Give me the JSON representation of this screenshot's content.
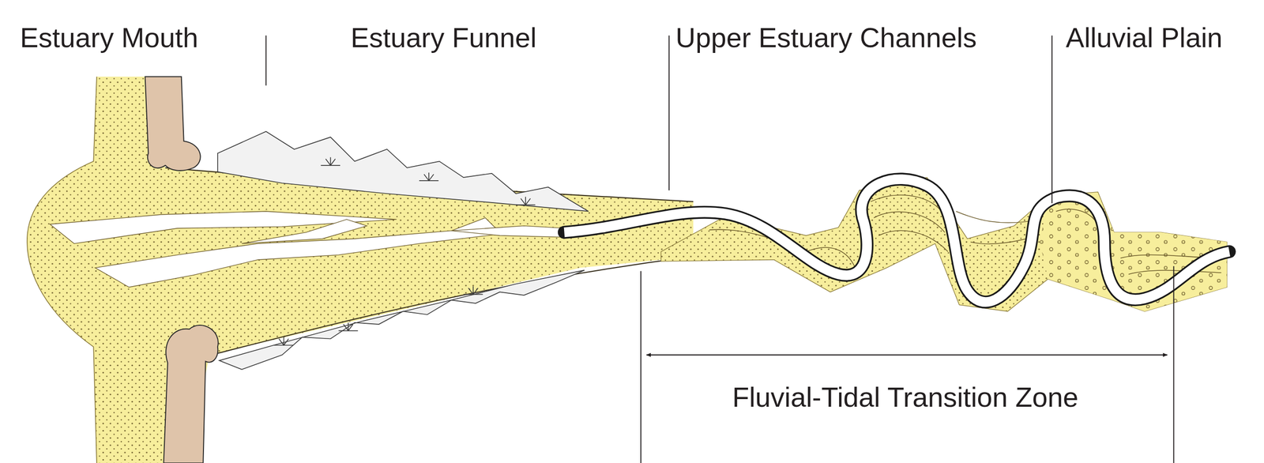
{
  "diagram": {
    "labels": [
      "Estuary Mouth",
      "Estuary Funnel",
      "Upper Estuary Channels",
      "Alluvial Plain",
      "Fluvial-Tidal Transition Zone"
    ]
  }
}
